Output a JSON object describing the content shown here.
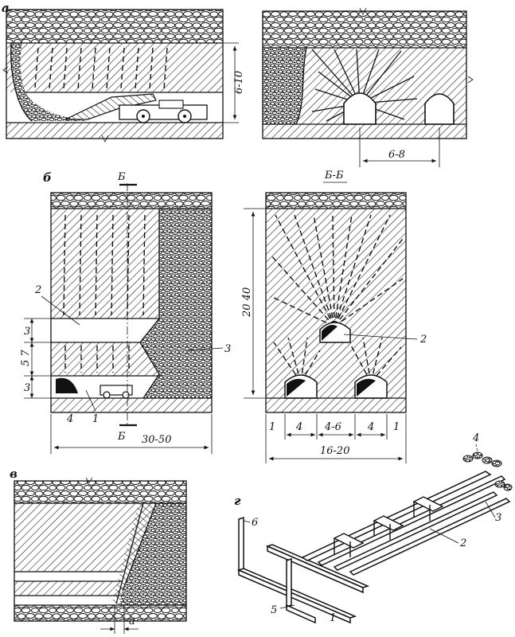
{
  "panels": {
    "a": {
      "letter": "а",
      "dim_height": "6-10",
      "dim_spacing": "6-8"
    },
    "b": {
      "letter": "б",
      "section_mark": "Б",
      "section_title": "Б-Б",
      "dims_left": [
        "3",
        "5 7",
        "3"
      ],
      "dim_width": "30-50",
      "dim_height": "20 40",
      "bottom_dims": [
        "4",
        "4-6",
        "4"
      ],
      "dim_total": "16-20",
      "labels_left": [
        "2",
        "3",
        "4",
        "1"
      ],
      "labels_right": [
        "2",
        "1",
        "1"
      ]
    },
    "v": {
      "letter": "в",
      "dim_a": "a"
    },
    "g": {
      "letter": "г",
      "labels": [
        "1",
        "2",
        "3",
        "4",
        "5",
        "6"
      ]
    }
  },
  "colors": {
    "ink": "#111111",
    "paper": "#ffffff"
  }
}
